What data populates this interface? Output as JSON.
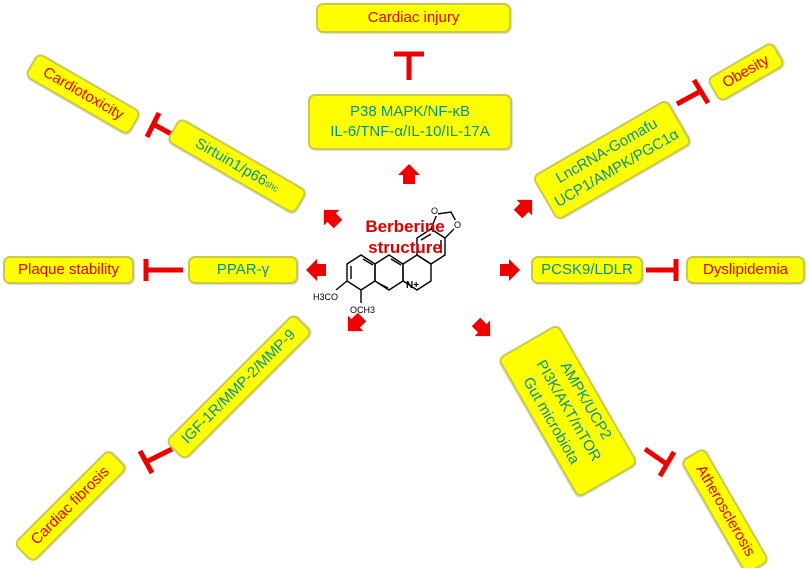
{
  "center": {
    "title_line1": "Berberine",
    "title_line2": "structure",
    "methoxy_left": "H3CO",
    "methoxy_bottom": "OCH3",
    "charge": "+"
  },
  "outcomes": {
    "cardiac_injury": "Cardiac injury",
    "cardiotoxicity": "Cardiotoxicity",
    "obesity": "Obesity",
    "plaque_stability": "Plaque stability",
    "dyslipidemia": "Dyslipidemia",
    "cardiac_fibrosis": "Cardiac fibrosis",
    "atherosclerosis": "Atherosclerosis"
  },
  "pathways": {
    "p38": [
      "P38 MAPK/NF-κB",
      "IL-6/TNF-α/IL-10/IL-17A"
    ],
    "sirtuin": {
      "text": "Sirtuin1/p66",
      "sup": "shc"
    },
    "lncrna": [
      "LncRNA-Gomafu",
      "UCP1/AMPK/PGC1α"
    ],
    "ppar": "PPAR-γ",
    "pcsk9": "PCSK9/LDLR",
    "igf": "IGF-1R/MMP-2/MMP-9",
    "ampk": [
      "AMPK/UCP2",
      "PI3K/AKT/mTOR",
      "Gut microbiota"
    ]
  },
  "colors": {
    "box_fill": "#ffff00",
    "outcome_text": "#e00000",
    "pathway_text": "#00909a",
    "arrow": "#ee0000"
  }
}
